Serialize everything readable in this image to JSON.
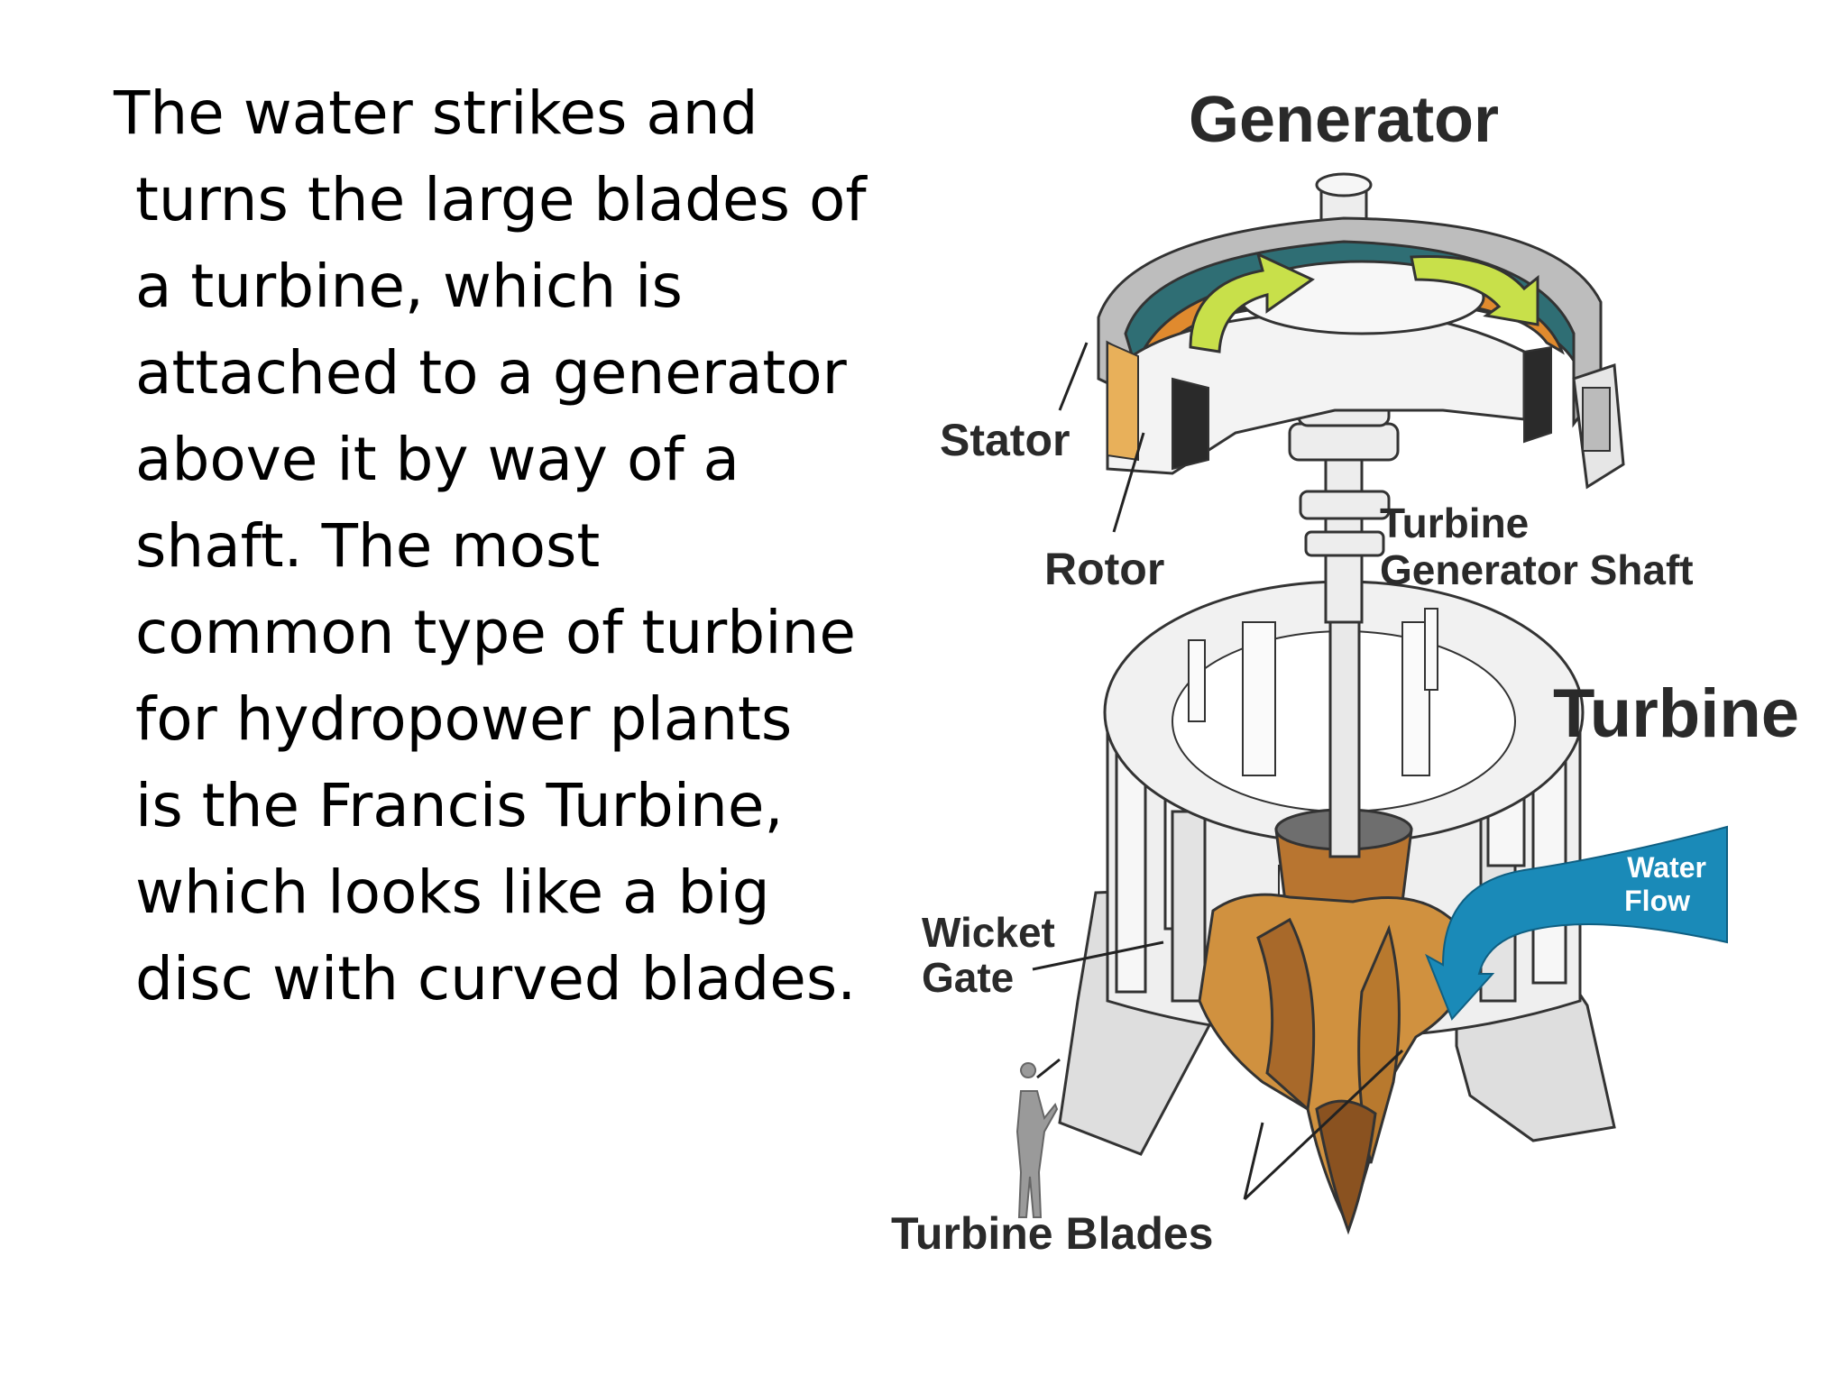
{
  "body_lines": [
    "The water strikes and",
    "turns the large blades of",
    "a turbine, which is",
    "attached to a generator",
    "above it by way of a",
    "shaft. The most",
    "common type of turbine",
    "for hydropower plants",
    "is the Francis Turbine,",
    "which looks like a big",
    "disc with curved blades."
  ],
  "diagram": {
    "generator_label": "Generator",
    "stator_label": "Stator",
    "rotor_label": "Rotor",
    "shaft_label_1": "Turbine",
    "shaft_label_2": "Generator Shaft",
    "turbine_label": "Turbine",
    "water_flow_label_1": "Water",
    "water_flow_label_2": "Flow",
    "wicket_gate_label_1": "Wicket",
    "wicket_gate_label_2": "Gate",
    "turbine_blades_label": "Turbine Blades"
  },
  "colors": {
    "background": "#ffffff",
    "text": "#000000",
    "label_text": "#2a2a2a",
    "rotor_teal": "#2f6e74",
    "rotor_orange": "#e08a2e",
    "arrow_green": "#c8e04a",
    "blade_brown": "#c98a3c",
    "water_blue": "#1a8ab8",
    "metal_gray": "#d6d6d6"
  }
}
